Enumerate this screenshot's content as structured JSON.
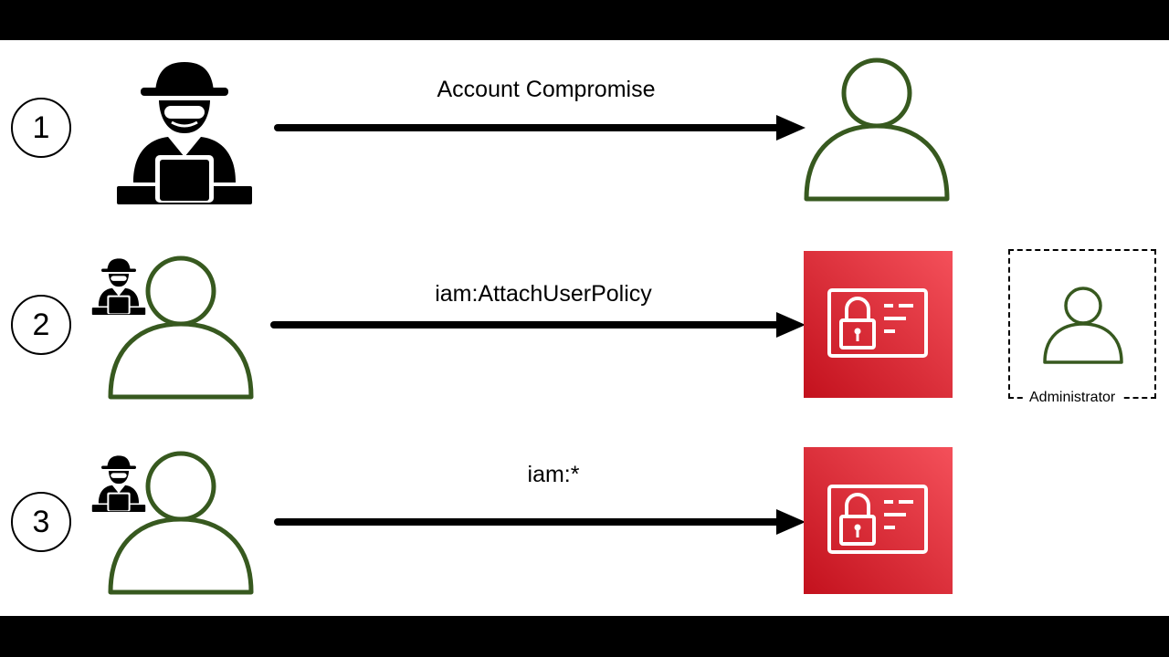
{
  "steps": [
    {
      "number": "1",
      "action": "Account Compromise"
    },
    {
      "number": "2",
      "action": "iam:AttachUserPolicy"
    },
    {
      "number": "3",
      "action": "iam:*"
    }
  ],
  "admin_label": "Administrator",
  "colors": {
    "user_outline": "#37591f",
    "iam_tile_top": "#f4505a",
    "iam_tile_bottom": "#c3111d",
    "arrow": "#000000",
    "hacker": "#000000"
  },
  "icons": {
    "attacker": "hacker-icon",
    "user": "user-icon",
    "iam_policy": "iam-permissions-icon",
    "arrow": "right-arrow-icon"
  }
}
